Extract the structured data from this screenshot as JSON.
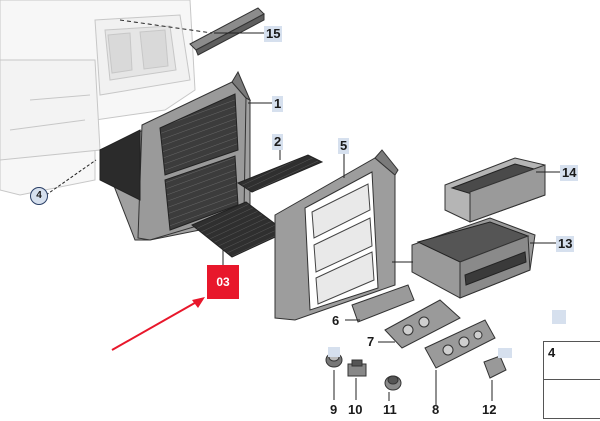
{
  "labels": {
    "p1": "1",
    "p2": "2",
    "p4a": "4",
    "p4b": "4",
    "p5": "5",
    "p6": "6",
    "p7": "7",
    "p8": "8",
    "p9": "9",
    "p10": "10",
    "p11": "11",
    "p12": "12",
    "p13": "13",
    "p14": "14",
    "p15": "15"
  },
  "callout": {
    "text": "03",
    "color": "#e8172b"
  },
  "colors": {
    "label_bg": "#d6e0ee",
    "arrow": "#e8172b",
    "line": "#222222",
    "part_grey": "#8c8c8c",
    "dark_insert": "#3a3a3a"
  }
}
